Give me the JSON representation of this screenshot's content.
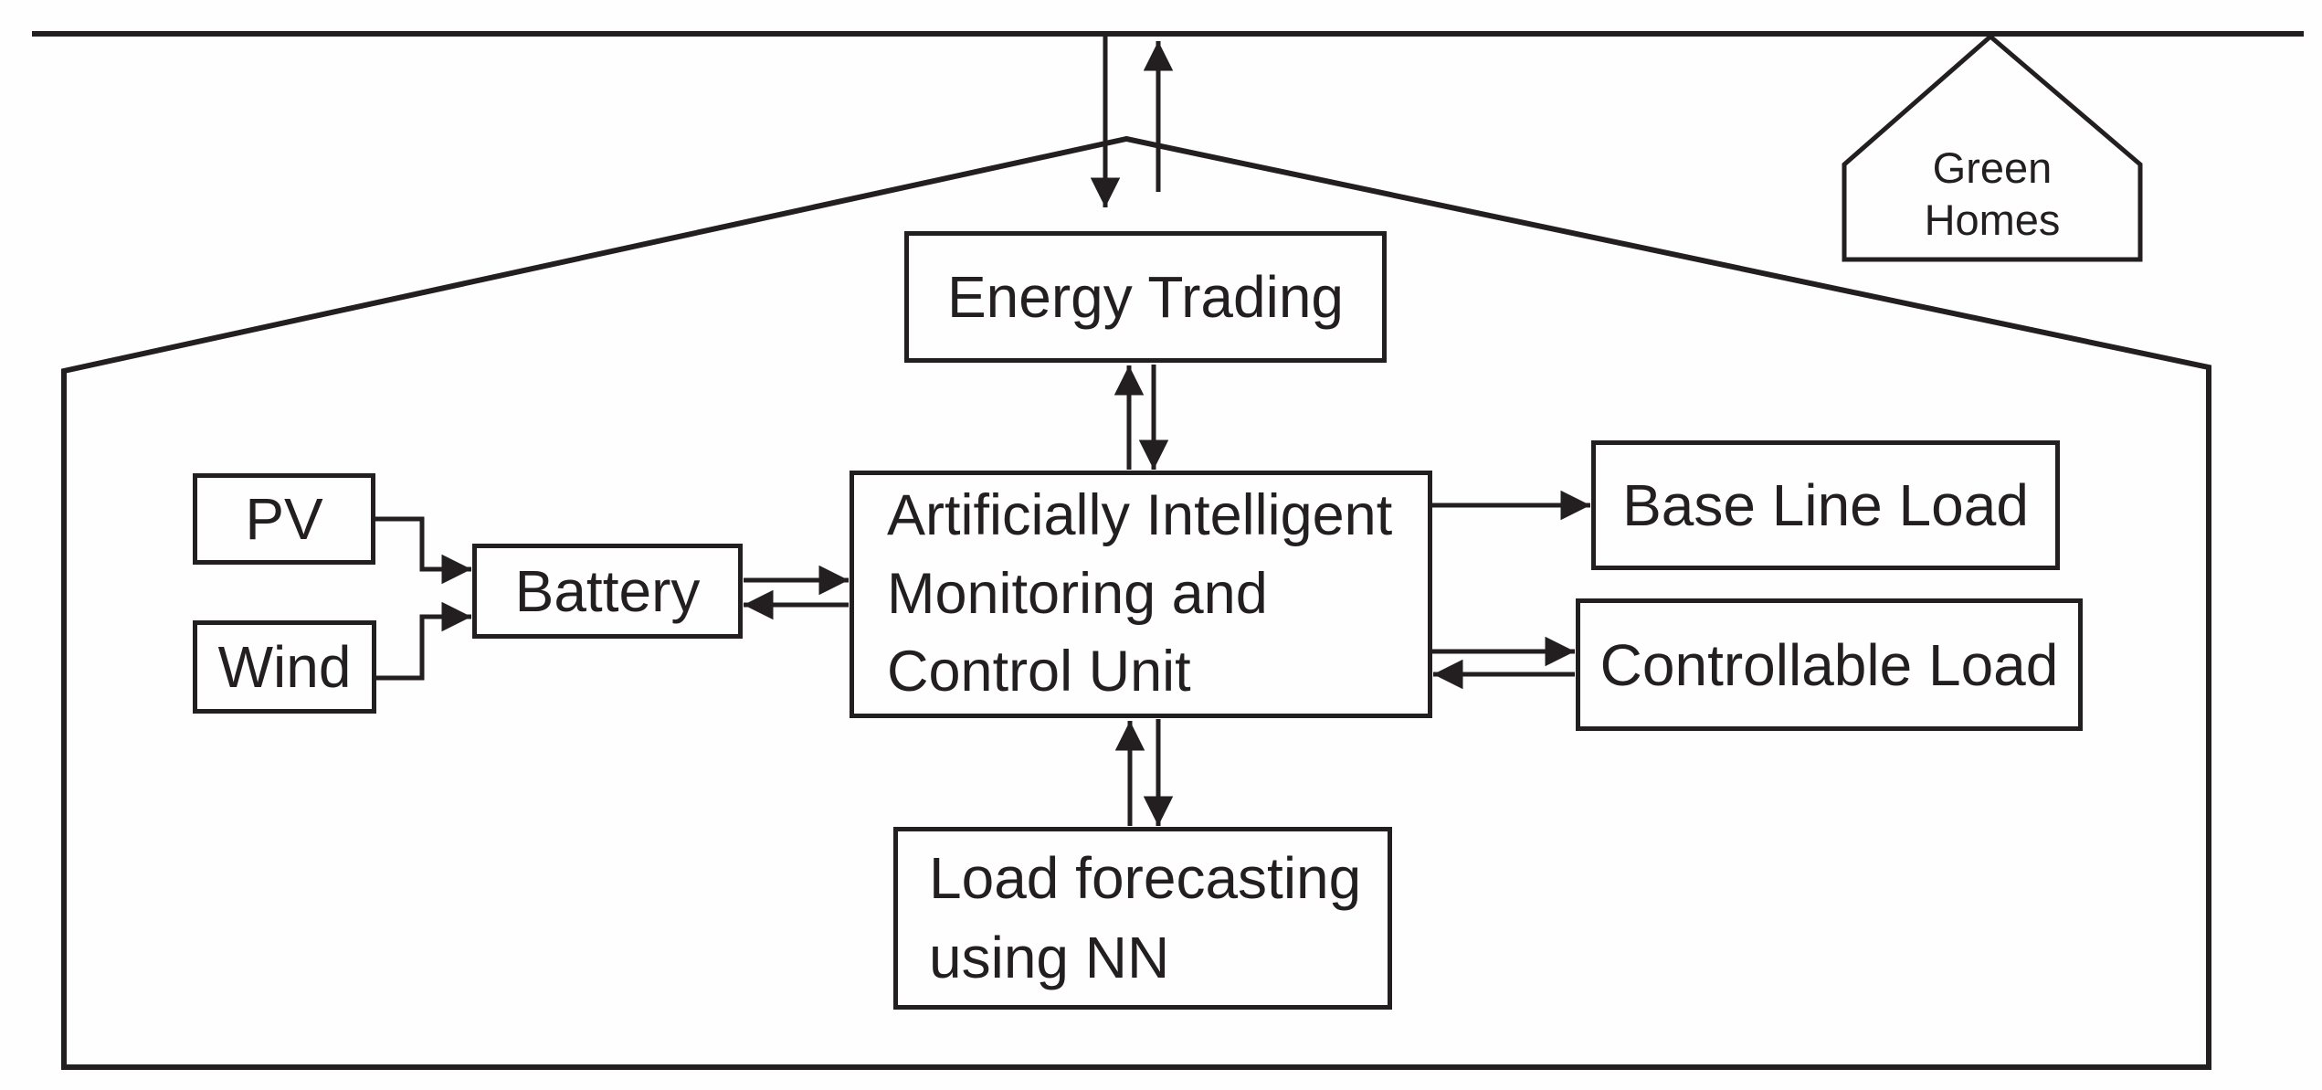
{
  "colors": {
    "line": "#231f20",
    "background": "#fefefe"
  },
  "boxes": {
    "energy_trading": {
      "label": "Energy Trading"
    },
    "ai_unit": {
      "lines": [
        "Artificially Intelligent",
        "Monitoring and",
        "Control Unit"
      ]
    },
    "pv": {
      "label": "PV"
    },
    "wind": {
      "label": "Wind"
    },
    "battery": {
      "label": "Battery"
    },
    "base_line_load": {
      "label": "Base Line Load"
    },
    "controllable_load": {
      "label": "Controllable Load"
    },
    "load_forecasting": {
      "lines": [
        "Load forecasting",
        "using NN"
      ]
    },
    "green_homes": {
      "lines": [
        "Green",
        "Homes"
      ]
    }
  },
  "connections": [
    {
      "from": "utility-grid-line",
      "to": "home",
      "direction": "both"
    },
    {
      "from": "energy-trading",
      "to": "ai-unit",
      "direction": "both"
    },
    {
      "from": "pv",
      "to": "battery",
      "direction": "to"
    },
    {
      "from": "wind",
      "to": "battery",
      "direction": "to"
    },
    {
      "from": "battery",
      "to": "ai-unit",
      "direction": "both"
    },
    {
      "from": "ai-unit",
      "to": "base-line-load",
      "direction": "to"
    },
    {
      "from": "ai-unit",
      "to": "controllable-load",
      "direction": "both"
    },
    {
      "from": "ai-unit",
      "to": "load-forecasting-nn",
      "direction": "both"
    }
  ]
}
